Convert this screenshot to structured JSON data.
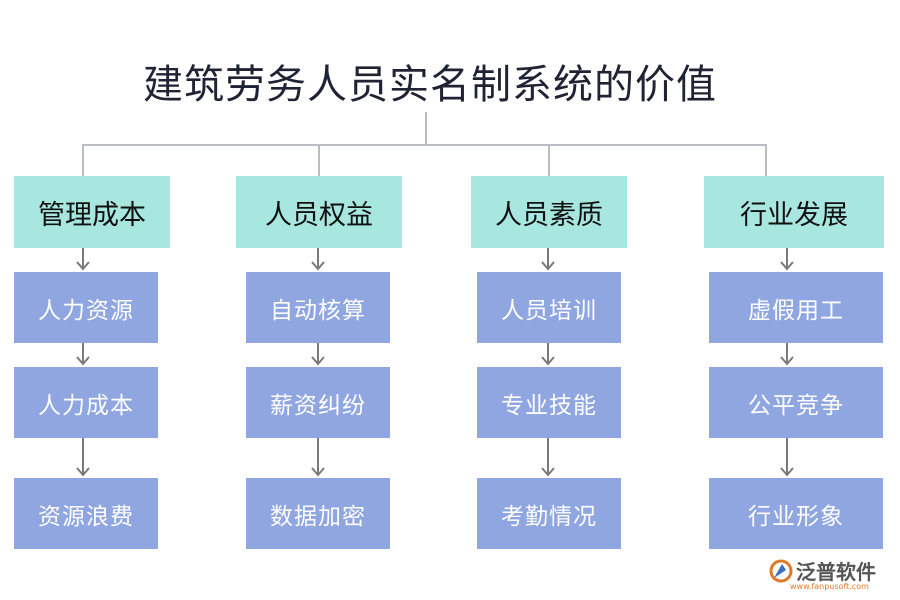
{
  "title": "建筑劳务人员实名制系统的价值",
  "columns": [
    {
      "name": "管理成本",
      "items": [
        "人力资源",
        "人力成本",
        "资源浪费"
      ]
    },
    {
      "name": "人员权益",
      "items": [
        "自动核算",
        "薪资纠纷",
        "数据加密"
      ]
    },
    {
      "name": "人员素质",
      "items": [
        "人员培训",
        "专业技能",
        "考勤情况"
      ]
    },
    {
      "name": "行业发展",
      "items": [
        "虚假用工",
        "公平竞争",
        "行业形象"
      ]
    }
  ],
  "logo": {
    "name": "泛普软件",
    "url": "www.fanpusoft.com"
  },
  "colors": {
    "category": "#a8e6e0",
    "item": "#8fa6e0",
    "connector": "#b9bec4",
    "arrow": "#7a7a7a"
  }
}
